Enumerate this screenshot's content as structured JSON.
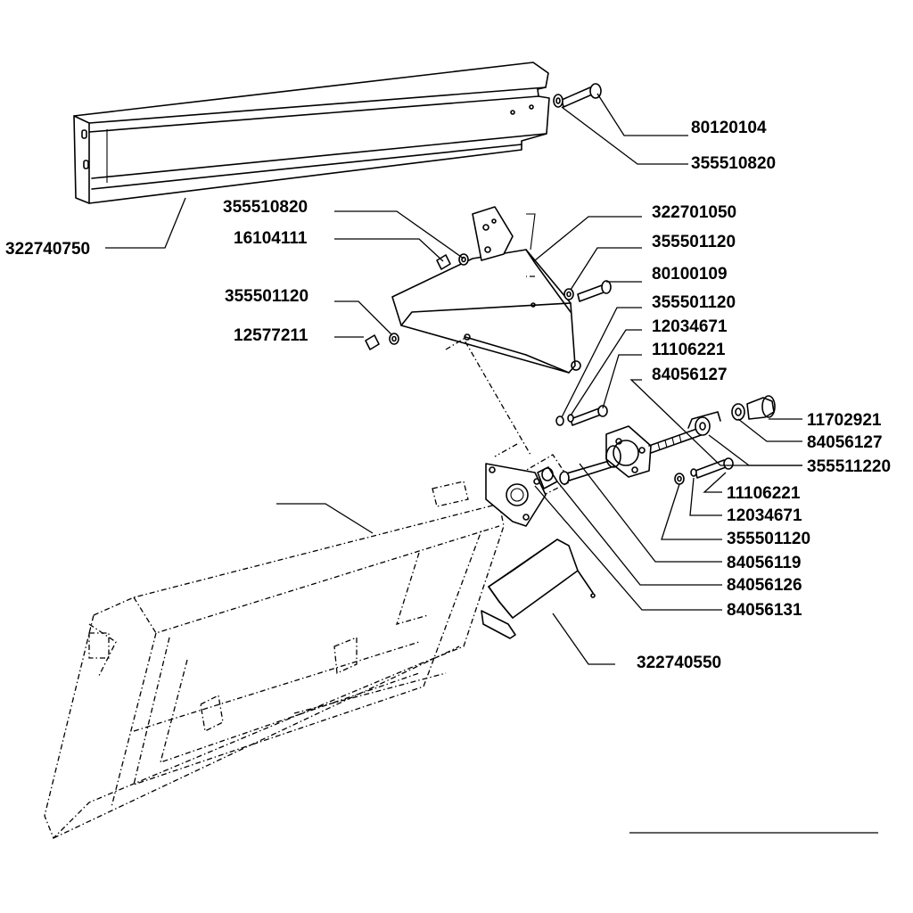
{
  "labels": {
    "beam": "322740750",
    "bolt_top": "80120104",
    "washer_top": "355510820",
    "washer_bracket": "355510820",
    "nut_bracket": "16104111",
    "plate": "322701050",
    "washer_right_1": "355501120",
    "bolt_right": "80100109",
    "washer_left": "355501120",
    "nut_left": "12577211",
    "washer_right_2": "355501120",
    "lockwasher_right": "12034671",
    "screw_right": "11106221",
    "pin_upper": "84056127",
    "knob": "11702921",
    "pin_lower": "84056127",
    "washer_knob": "355511220",
    "screw_lower": "11106221",
    "lockwasher_lower": "12034671",
    "washer_lower": "355501120",
    "shaft": "84056119",
    "bushing": "84056126",
    "flange": "84056131",
    "guard": "322740550"
  }
}
